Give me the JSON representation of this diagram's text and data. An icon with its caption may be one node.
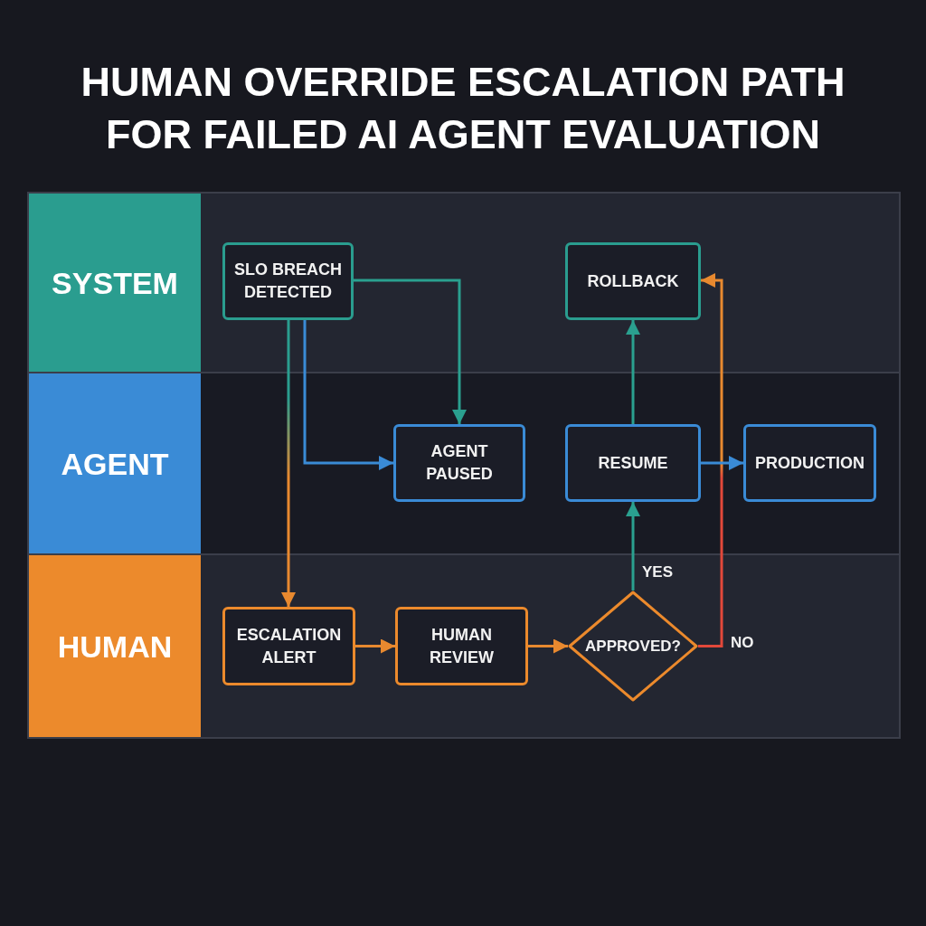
{
  "diagram": {
    "title": "HUMAN OVERRIDE ESCALATION PATH FOR FAILED AI AGENT EVALUATION",
    "nodes": [
      {
        "text": [
          "SYSTEM"
        ]
      },
      {
        "text": [
          "SLO BREACH DETECTED"
        ],
        "in": 0
      },
      {
        "text": [
          "ROLLBACK"
        ],
        "in": 0
      },
      {
        "text": [
          "AGENT"
        ]
      },
      {
        "text": [
          "AGENT PAUSED"
        ],
        "in": 3
      },
      {
        "text": [
          "RESUME"
        ],
        "in": 3
      },
      {
        "text": [
          "PRODUCTION"
        ],
        "in": 3
      },
      {
        "text": [
          "HUMAN"
        ]
      },
      {
        "text": [
          "ESCALATION ALERT"
        ],
        "in": 7
      },
      {
        "text": [
          "HUMAN REVIEW"
        ],
        "in": 7
      },
      {
        "text": [
          "APPROVED?"
        ],
        "in": 7
      }
    ],
    "edges": [
      {
        "from": 1,
        "to": 4,
        "arrow": "to",
        "color": "#2aa08f"
      },
      {
        "from": 1,
        "to": 4,
        "arrow": "to",
        "color": "#3a8bd6"
      },
      {
        "from": 1,
        "to": 8,
        "arrow": "to",
        "color": "#e8892f"
      },
      {
        "from": 8,
        "to": 9,
        "arrow": "to",
        "color": "#e8892f"
      },
      {
        "from": 9,
        "to": 10,
        "arrow": "to",
        "color": "#e8892f"
      },
      {
        "from": 10,
        "to": 5,
        "arrow": "to",
        "label": "YES",
        "color": "#2aa08f"
      },
      {
        "from": 10,
        "to": 2,
        "arrow": "to",
        "label": "NO",
        "color": "#e8892f"
      },
      {
        "from": 5,
        "to": 2,
        "arrow": "to",
        "color": "#2aa08f"
      },
      {
        "from": 5,
        "to": 6,
        "arrow": "to",
        "color": "#3a8bd6"
      }
    ]
  }
}
